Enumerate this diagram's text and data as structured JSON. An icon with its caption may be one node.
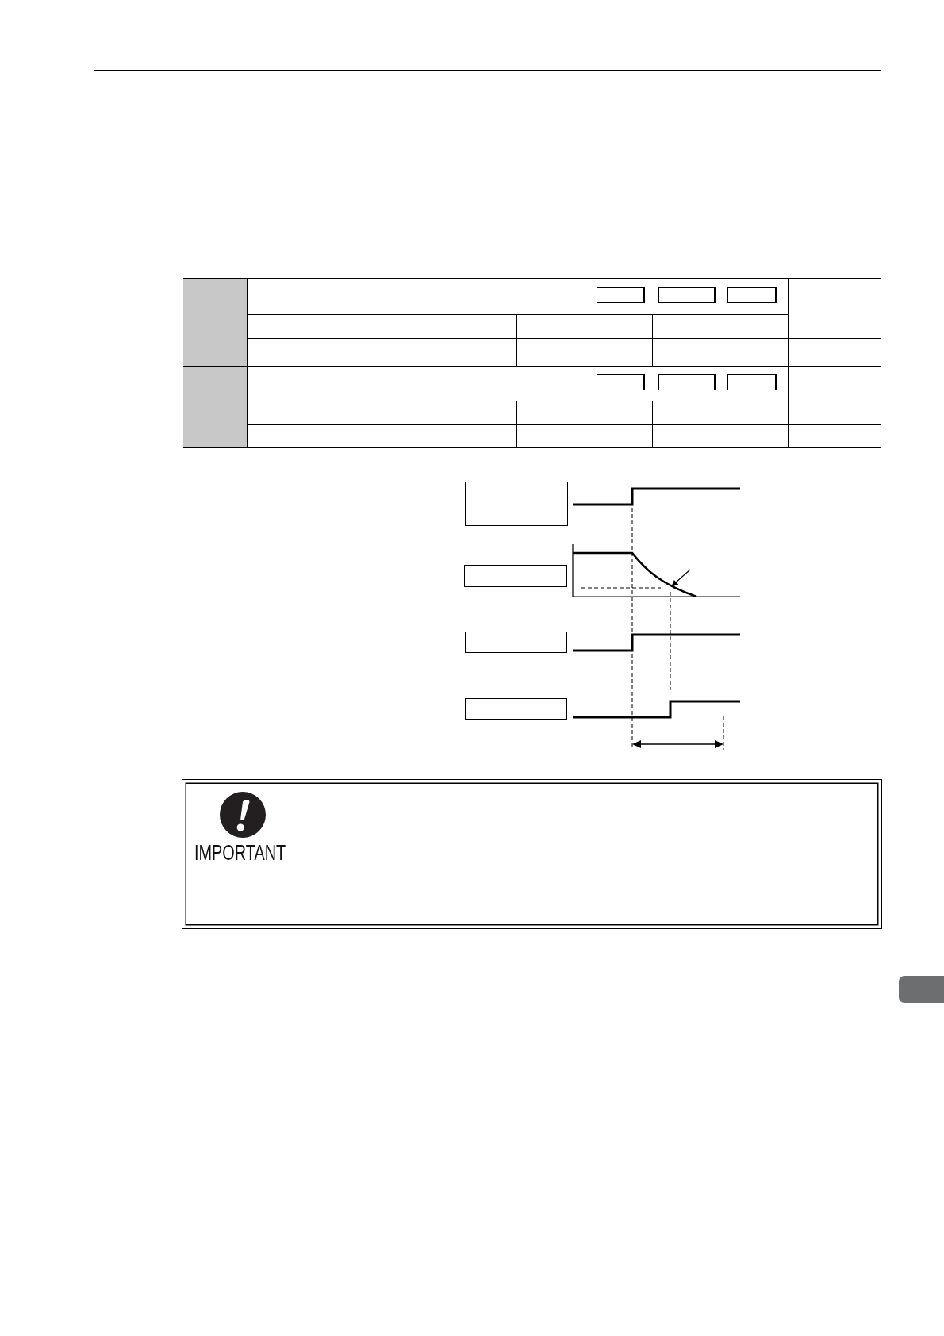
{
  "diagram": {
    "nodes": [
      {
        "text": [],
        "shape": "box"
      },
      {
        "text": [],
        "shape": "box"
      },
      {
        "text": [],
        "shape": "box"
      },
      {
        "text": [],
        "shape": "box"
      },
      {
        "text": [
          "IMPORTANT"
        ]
      }
    ]
  }
}
